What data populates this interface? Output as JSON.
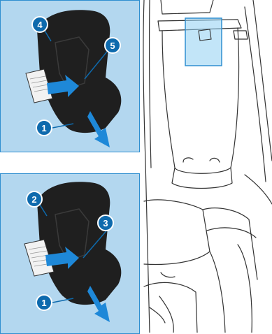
{
  "figure": {
    "title": "",
    "callouts": {
      "top_panel": [
        "4",
        "5",
        "1"
      ],
      "bottom_panel": [
        "2",
        "3",
        "1"
      ]
    }
  },
  "colors": {
    "panel_bg": "#b3d7ef",
    "panel_border": "#2f8fd0",
    "callout_fill": "#0e6aad",
    "arrow": "#1e88d8",
    "part": "#1f1f1f",
    "line": "#333333",
    "highlight": "#8fd0f3"
  },
  "icons": [
    "key-card-icon",
    "release-arrow-icon"
  ]
}
